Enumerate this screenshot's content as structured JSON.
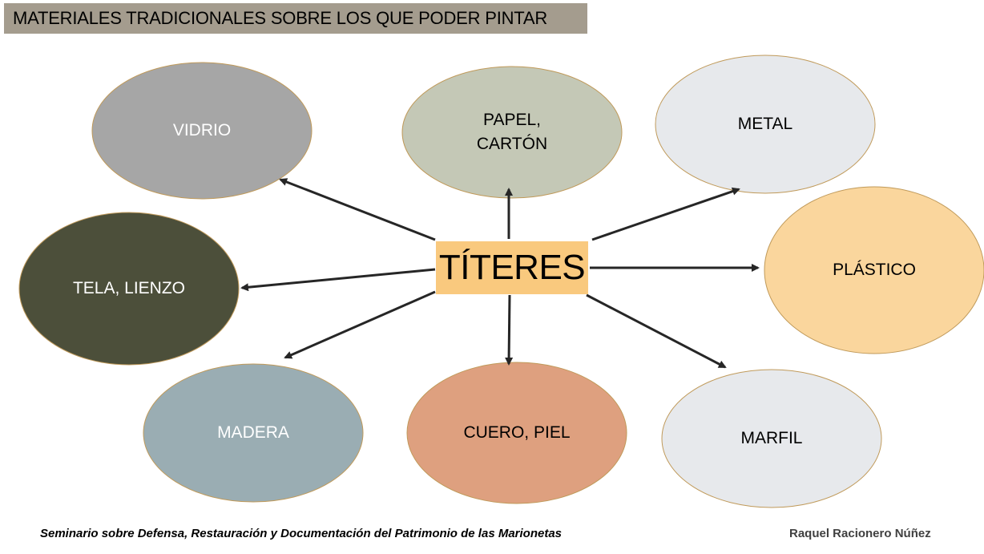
{
  "title": "MATERIALES TRADICIONALES SOBRE LOS QUE PODER PINTAR",
  "center": {
    "label": "TÍTERES",
    "color": "#f9c97e"
  },
  "materials": [
    {
      "id": "vidrio",
      "label": "VIDRIO",
      "fill": "#a6a6a6",
      "text_color": "#ffffff"
    },
    {
      "id": "papel",
      "label": "PAPEL,\nCARTÓN",
      "fill": "#c4c8b6",
      "text_color": "#000000"
    },
    {
      "id": "metal",
      "label": "METAL",
      "fill": "#e7e9ec",
      "text_color": "#000000"
    },
    {
      "id": "tela",
      "label": "TELA,  LIENZO",
      "fill": "#4c4f3a",
      "text_color": "#ffffff"
    },
    {
      "id": "plastico",
      "label": "PLÁSTICO",
      "fill": "#fad69d",
      "text_color": "#000000"
    },
    {
      "id": "madera",
      "label": "MADERA",
      "fill": "#9aadb3",
      "text_color": "#ffffff"
    },
    {
      "id": "cuero",
      "label": "CUERO, PIEL",
      "fill": "#dea07f",
      "text_color": "#000000"
    },
    {
      "id": "marfil",
      "label": "MARFIL",
      "fill": "#e7e9ec",
      "text_color": "#000000"
    }
  ],
  "node_border_color": "#c09a5a",
  "arrow_color": "#262626",
  "footer": {
    "seminar": "Seminario sobre Defensa, Restauración y Documentación del Patrimonio de las Marionetas",
    "author": "Raquel Racionero Núñez"
  }
}
